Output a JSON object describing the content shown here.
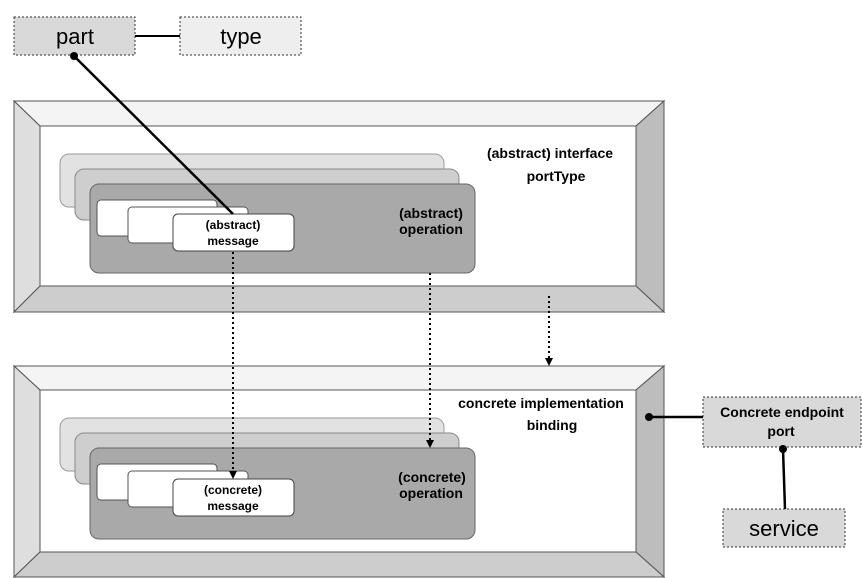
{
  "top_left": {
    "part": "part",
    "type": "type"
  },
  "interface_panel": {
    "line1": "(abstract) interface",
    "line2": "portType",
    "operation_line1": "(abstract)",
    "operation_line2": "operation",
    "message_line1": "(abstract)",
    "message_line2": "message"
  },
  "binding_panel": {
    "line1": "concrete implementation",
    "line2": "binding",
    "operation_line1": "(concrete)",
    "operation_line2": "operation",
    "message_line1": "(concrete)",
    "message_line2": "message"
  },
  "endpoint": {
    "line1": "Concrete endpoint",
    "line2": "port"
  },
  "service": {
    "label": "service"
  }
}
